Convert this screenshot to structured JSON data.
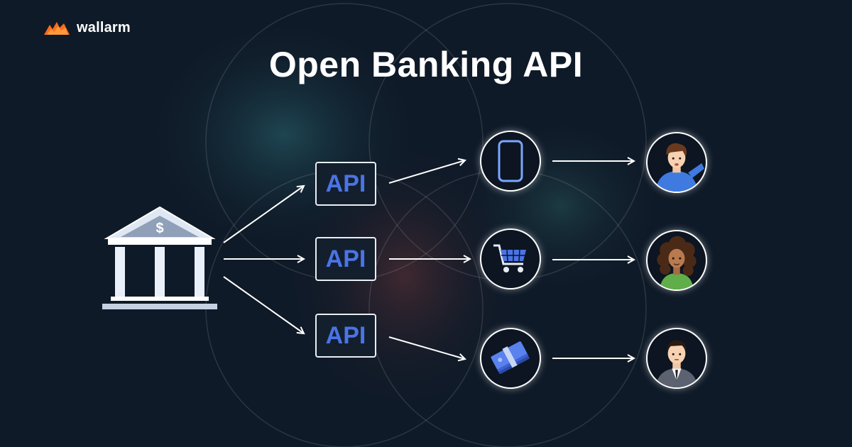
{
  "brand": {
    "name": "wallarm",
    "logo_icon": "wallarm-flame-icon",
    "accent": "#ff6b1a"
  },
  "title": "Open Banking API",
  "api_label": "API",
  "api_boxes": [
    "API",
    "API",
    "API"
  ],
  "source": {
    "icon": "bank-building-icon",
    "symbol": "$"
  },
  "services": [
    {
      "icon": "smartphone-icon"
    },
    {
      "icon": "shopping-cart-icon"
    },
    {
      "icon": "money-stack-icon"
    }
  ],
  "users": [
    {
      "icon": "user-blue-shirt-icon"
    },
    {
      "icon": "user-curly-hair-icon"
    },
    {
      "icon": "user-suit-icon"
    }
  ],
  "colors": {
    "background": "#0f1a28",
    "api_text": "#4a74e6",
    "line": "#ffffff"
  }
}
